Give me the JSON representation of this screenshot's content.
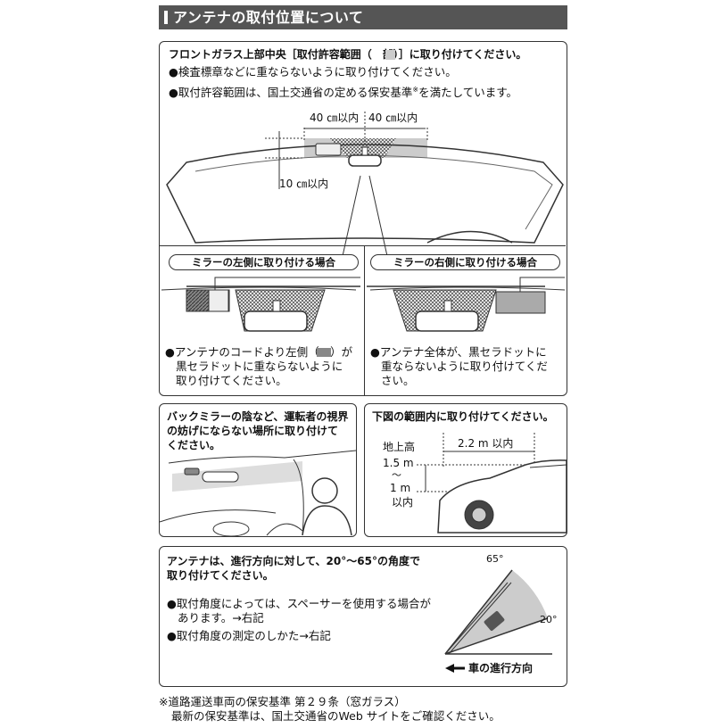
{
  "header": {
    "title": "アンテナの取付位置について"
  },
  "section1": {
    "heading": "フロントガラス上部中央［取付許容範囲（　部）］に取り付けてください。",
    "bullet1": "●検査標章などに重ならないように取り付けてください。",
    "bullet2": "●取付許容範囲は、国土交通省の定める保安基準",
    "bullet2_mark": "※",
    "bullet2_end": "を満たしています。",
    "dim_left": "40 ㎝以内",
    "dim_right": "40 ㎝以内",
    "dim_vertical": "10 ㎝以内",
    "left_case": {
      "label": "ミラーの左側に取り付ける場合",
      "text1": "●アンテナのコードより左側（　）が",
      "text2": "黒セラドットに重ならないように",
      "text3": "取り付けてください。"
    },
    "right_case": {
      "label": "ミラーの右側に取り付ける場合",
      "text1": "●アンテナ全体が、黒セラドットに",
      "text2": "重ならないように取り付けてくだ",
      "text3": "さい。"
    }
  },
  "section2": {
    "line1": "バックミラーの陰など、運転者の視界",
    "line2": "の妨げにならない場所に取り付けて",
    "line3": "ください。"
  },
  "section3": {
    "heading": "下図の範囲内に取り付けてください。",
    "dim_horizontal": "2.2 m 以内",
    "height_label1": "地上高",
    "height_label2": "1.5 m",
    "height_label3": "〜",
    "height_label4": "1 m",
    "height_label5": "以内"
  },
  "section4": {
    "line1": "アンテナは、進行方向に対して、20°〜65°の角度で",
    "line2": "取り付けてください。",
    "bullet1a": "●取付角度によっては、スペーサーを使用する場合が",
    "bullet1b": "あります。→右記",
    "bullet2": "●取付角度の測定のしかた→右記",
    "angle_high": "65°",
    "angle_low": "20°",
    "direction": "車の進行方向"
  },
  "footnote": {
    "line1": "※道路運送車両の保安基準 第２９条（窓ガラス）",
    "line2": "最新の保安基準は、国土交通省のWeb サイトをご確認ください。"
  }
}
